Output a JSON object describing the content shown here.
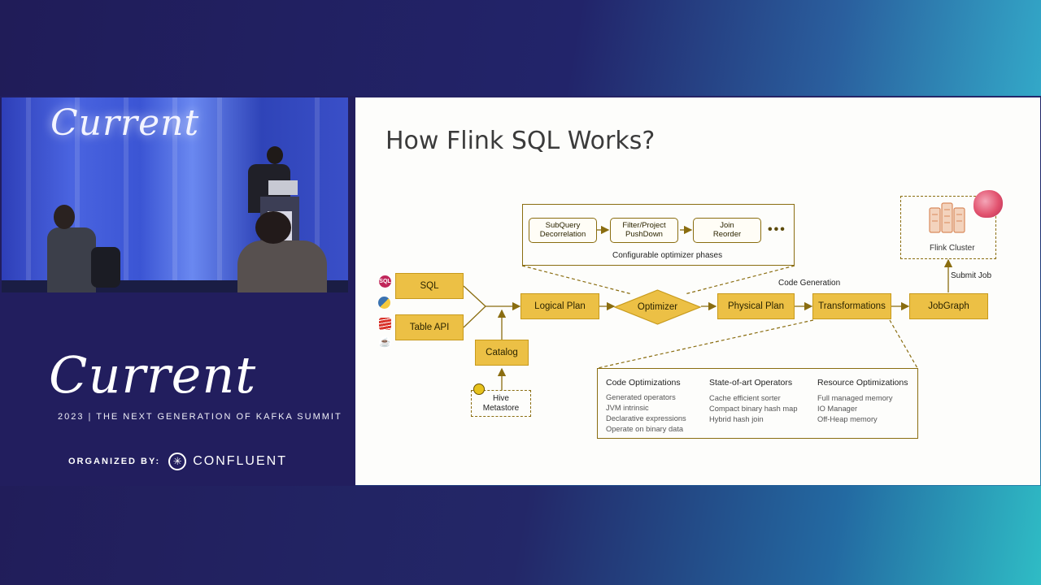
{
  "video": {
    "backdrop_logo": "Current"
  },
  "branding": {
    "logo": "Current",
    "subtitle": "2023 | THE NEXT GENERATION OF KAFKA SUMMIT",
    "organized_label": "ORGANIZED BY:",
    "organizer": "CONFLUENT"
  },
  "slide": {
    "title": "How Flink SQL Works?",
    "inputs": {
      "sql": "SQL",
      "table_api": "Table API"
    },
    "input_icons": [
      "sql-icon",
      "python-icon",
      "scala-icon",
      "java-icon"
    ],
    "sql_badge": "SQL",
    "catalog": "Catalog",
    "hive": {
      "line1": "Hive",
      "line2": "Metastore"
    },
    "pipeline": {
      "logical_plan": "Logical Plan",
      "optimizer": "Optimizer",
      "physical_plan": "Physical Plan",
      "transformations": "Transformations",
      "jobgraph": "JobGraph"
    },
    "labels": {
      "code_generation": "Code Generation",
      "submit_job": "Submit Job",
      "flink_cluster": "Flink Cluster"
    },
    "optimizer_phases": {
      "caption": "Configurable optimizer phases",
      "phases": [
        {
          "line1": "SubQuery",
          "line2": "Decorrelation"
        },
        {
          "line1": "Filter/Project",
          "line2": "PushDown"
        },
        {
          "line1": "Join",
          "line2": "Reorder"
        }
      ],
      "more": "•••"
    },
    "optimizations": [
      {
        "title": "Code Optimizations",
        "items": [
          "Generated operators",
          "JVM intrinsic",
          "Declarative expressions",
          "Operate on binary data"
        ]
      },
      {
        "title": "State-of-art Operators",
        "items": [
          "Cache efficient sorter",
          "Compact binary hash map",
          "Hybrid hash join"
        ]
      },
      {
        "title": "Resource Optimizations",
        "items": [
          "Full managed memory",
          "IO Manager",
          "Off-Heap memory"
        ]
      }
    ],
    "colors": {
      "box_fill": "#ecc045",
      "box_border": "#c79a1c",
      "line": "#8a6d10"
    }
  }
}
